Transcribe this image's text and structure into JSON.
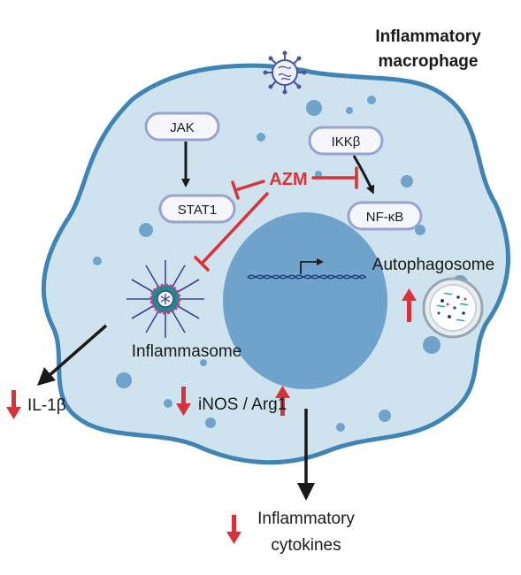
{
  "title": {
    "line1": "Inflammatory",
    "line2": "macrophage"
  },
  "nodes": {
    "jak": "JAK",
    "stat1": "STAT1",
    "ikkb": "IKKβ",
    "nfkb": "NF-κB",
    "azm": "AZM"
  },
  "labels": {
    "inflammasome": "Inflammasome",
    "autophagosome": "Autophagosome",
    "inos_arg1": "iNOS / Arg1",
    "il1b": "IL-1β",
    "cytokines_line1": "Inflammatory",
    "cytokines_line2": "cytokines"
  },
  "colors": {
    "cell_fill": "#cfe3ee",
    "cell_border": "#3f84b5",
    "nucleus": "#6fa3cb",
    "inhibit": "#d8333a",
    "arrow": "#1a1a1a",
    "pill_border": "#9aa3cf"
  },
  "icons": [
    "virus-icon",
    "dna-icon",
    "inflammasome-icon",
    "autophagosome-icon",
    "up-arrow-icon",
    "down-arrow-icon"
  ]
}
